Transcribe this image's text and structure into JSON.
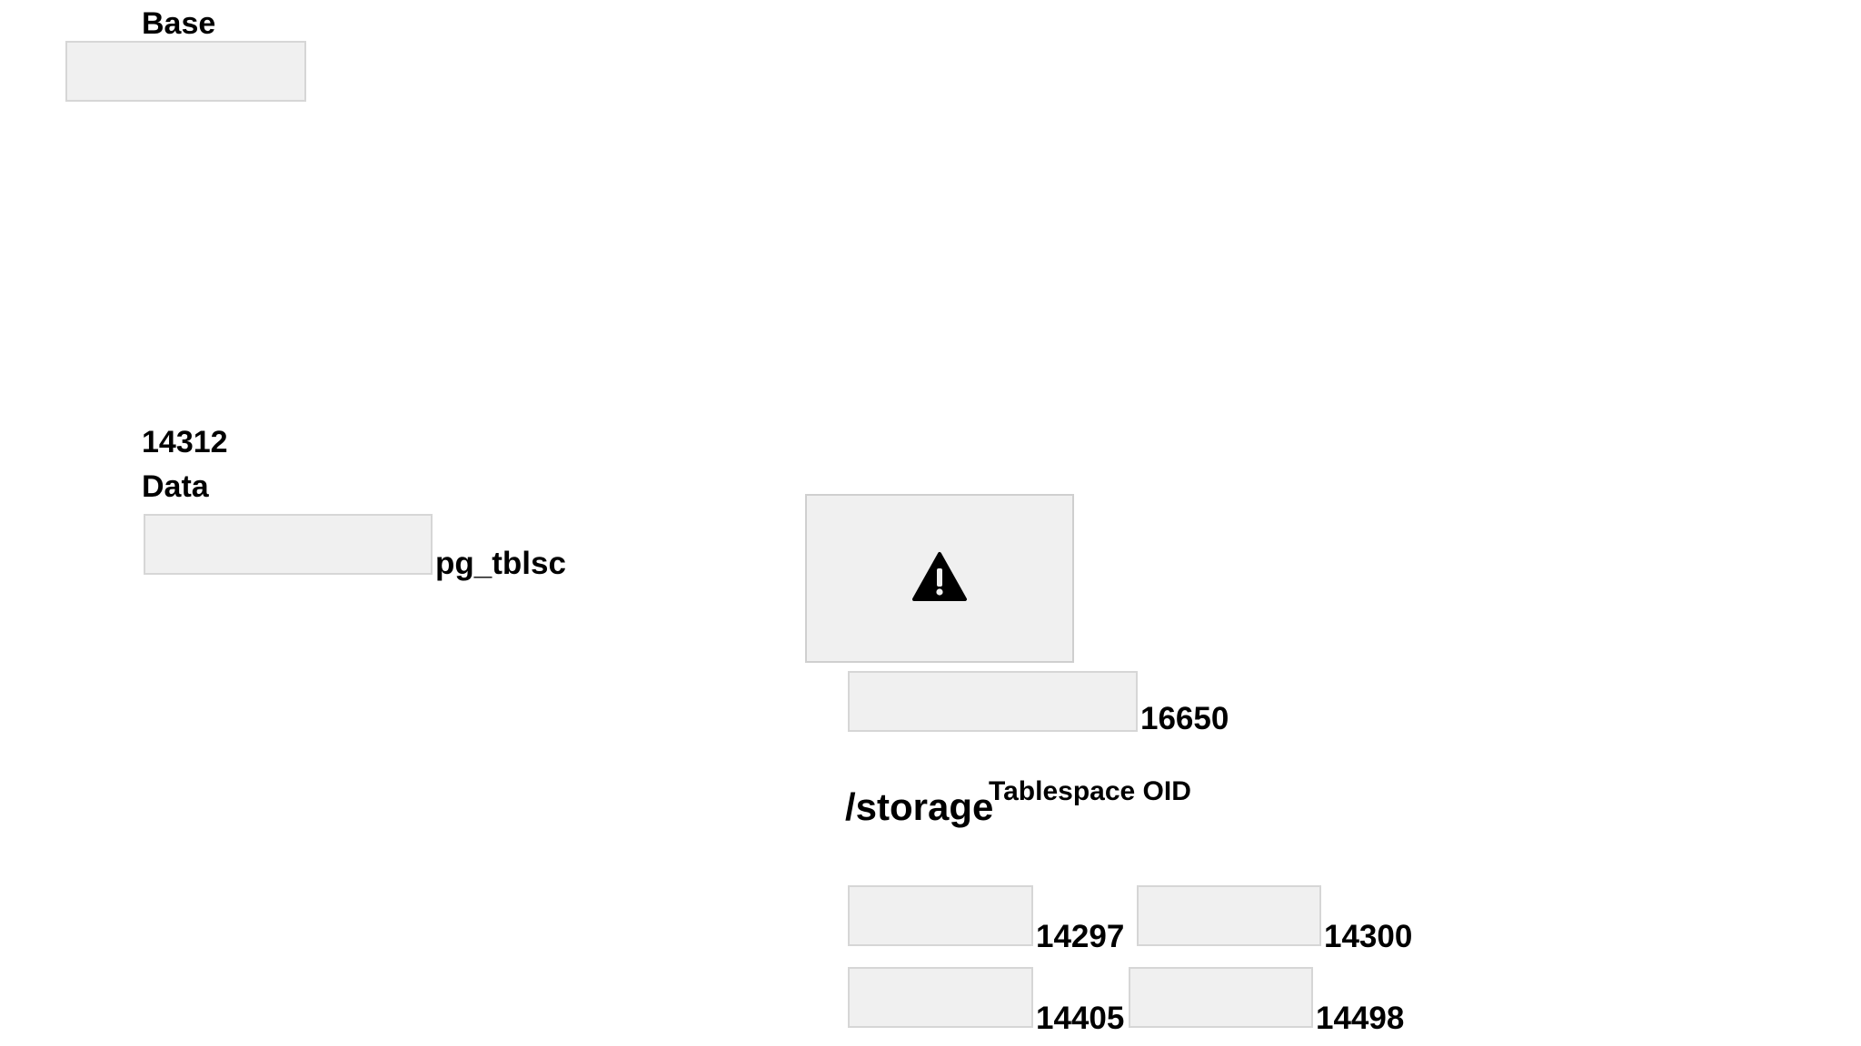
{
  "labels": {
    "base": "Base",
    "oid_14312": "14312",
    "data": "Data",
    "pg_tblsc": "pg_tblsc",
    "oid_16650": "16650",
    "storage": "/storage",
    "tablespace_oid": "Tablespace OID",
    "oid_14297": "14297",
    "oid_14300": "14300",
    "oid_14405": "14405",
    "oid_14498": "14498"
  },
  "icons": {
    "warning": "warning-triangle-icon"
  },
  "colors": {
    "box_fill": "#f0f0f0",
    "box_border": "#d6d6d6",
    "text": "#000000"
  }
}
